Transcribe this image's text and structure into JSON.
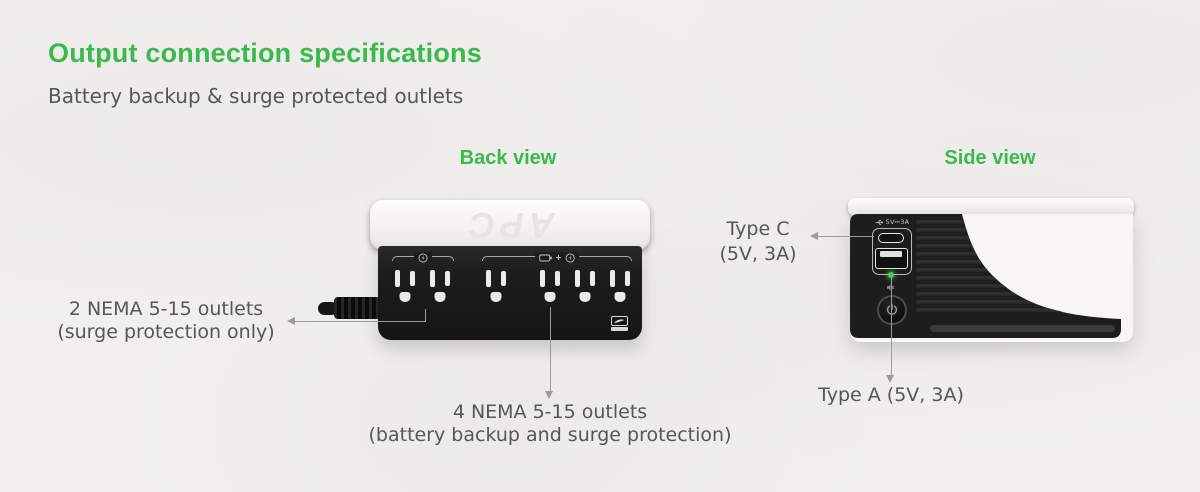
{
  "header": {
    "title": "Output connection specifications",
    "subtitle": "Battery backup & surge protected outlets"
  },
  "back_view": {
    "label": "Back view",
    "brand": "APC",
    "surge_group_outlet_count": 2,
    "battery_group_outlet_count": 4,
    "callout_surge": {
      "line1": "2 NEMA 5-15 outlets",
      "line2": "(surge protection only)"
    },
    "callout_battery": {
      "line1": "4 NEMA 5-15 outlets",
      "line2": "(battery backup and surge protection)"
    }
  },
  "side_view": {
    "label": "Side view",
    "usb_rating_label": "5V⎓3A",
    "callout_type_c": {
      "line1": "Type C",
      "line2": "(5V, 3A)"
    },
    "callout_type_a": {
      "line1": "Type A (5V, 3A)"
    }
  },
  "colors": {
    "accent_green": "#3cb94e",
    "text_gray": "#55565a",
    "line_gray": "#9b9b99",
    "device_black": "#1d1d1c",
    "device_white": "#f7f6f4",
    "panel_detail": "#c6c6c4",
    "led_green": "#3fd04e",
    "background": "#f1f0ee"
  }
}
